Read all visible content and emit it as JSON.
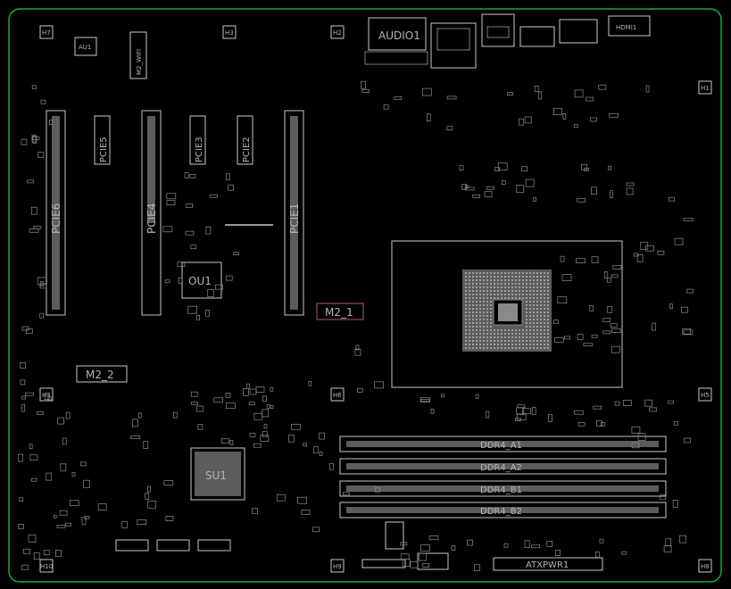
{
  "board": {
    "outline_color": "#1fa82a",
    "silk_color": "#c8c8c8",
    "background": "#000000"
  },
  "labels": {
    "audio": "AUDIO1",
    "au1": "AU1",
    "m2_wifi": "M2_WIFI",
    "hdmi": "HDMI1",
    "pcie6": "PCIE6",
    "pcie5": "PCIE5",
    "pcie4": "PCIE4",
    "pcie3": "PCIE3",
    "pcie2": "PCIE2",
    "pcie1": "PCIE1",
    "ou1": "OU1",
    "su1": "SU1",
    "m2_1": "M2_1",
    "m2_2": "M2_2",
    "ddr_a1": "DDR4_A1",
    "ddr_a2": "DDR4_A2",
    "ddr_b1": "DDR4_B1",
    "ddr_b2": "DDR4_B2",
    "atxpwr": "ATXPWR1",
    "h1": "H1",
    "h2": "H2",
    "h3": "H3",
    "h4": "H4",
    "h5": "H5",
    "h6": "H6",
    "h7": "H7",
    "h8": "H8",
    "h9": "H9",
    "h10": "H10"
  }
}
